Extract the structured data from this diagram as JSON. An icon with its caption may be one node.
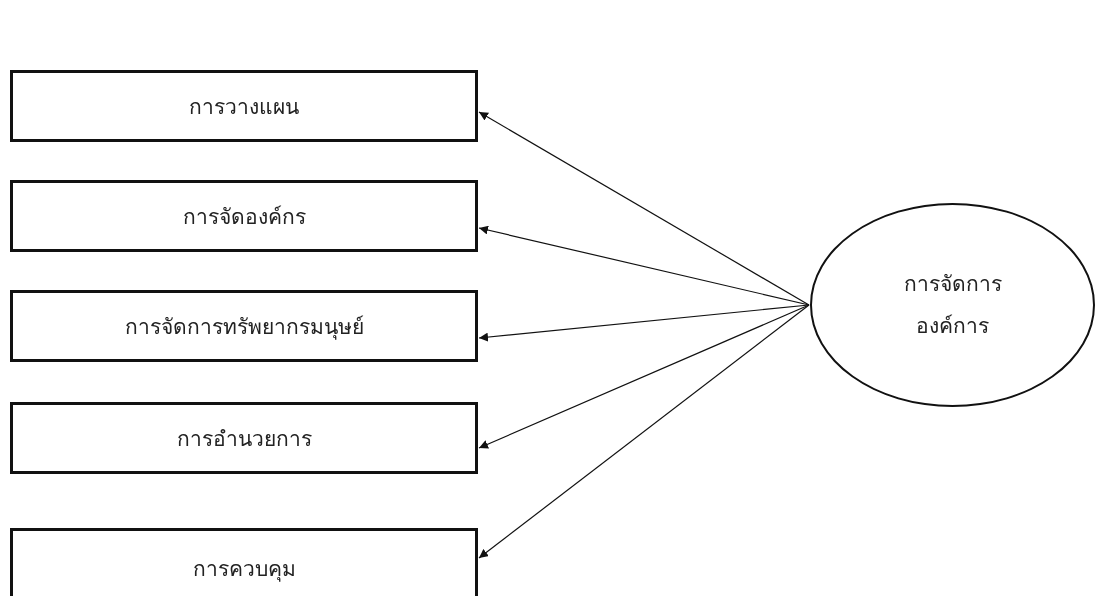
{
  "diagram": {
    "nodes": [
      {
        "text": [
          "การวางแผน"
        ]
      },
      {
        "text": [
          "การจัดองค์กร"
        ]
      },
      {
        "text": [
          "การจัดการทรัพยากรมนุษย์"
        ]
      },
      {
        "text": [
          "การอำนวยการ"
        ]
      },
      {
        "text": [
          "การควบคุม"
        ]
      },
      {
        "text": [
          "การจัดการองค์การ"
        ]
      }
    ],
    "edges": [
      {
        "from": 5,
        "to": 0,
        "arrow": "to"
      },
      {
        "from": 5,
        "to": 1,
        "arrow": "to"
      },
      {
        "from": 5,
        "to": 2,
        "arrow": "to"
      },
      {
        "from": 5,
        "to": 3,
        "arrow": "to"
      },
      {
        "from": 5,
        "to": 4,
        "arrow": "to"
      }
    ]
  }
}
